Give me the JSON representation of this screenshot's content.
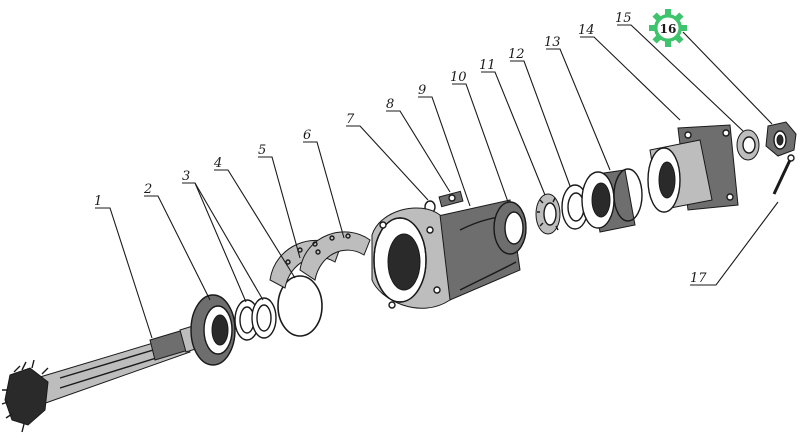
{
  "diagram": {
    "parts": [
      {
        "id": "1",
        "label": "1"
      },
      {
        "id": "2",
        "label": "2"
      },
      {
        "id": "3",
        "label": "3"
      },
      {
        "id": "4",
        "label": "4"
      },
      {
        "id": "5",
        "label": "5"
      },
      {
        "id": "6",
        "label": "6"
      },
      {
        "id": "7",
        "label": "7"
      },
      {
        "id": "8",
        "label": "8"
      },
      {
        "id": "9",
        "label": "9"
      },
      {
        "id": "10",
        "label": "10"
      },
      {
        "id": "11",
        "label": "11"
      },
      {
        "id": "12",
        "label": "12"
      },
      {
        "id": "13",
        "label": "13"
      },
      {
        "id": "14",
        "label": "14"
      },
      {
        "id": "15",
        "label": "15"
      },
      {
        "id": "16",
        "label": "16"
      },
      {
        "id": "17",
        "label": "17"
      }
    ],
    "highlight": {
      "part": "16",
      "color": "#3ec46d",
      "icon": "gear-icon"
    }
  }
}
